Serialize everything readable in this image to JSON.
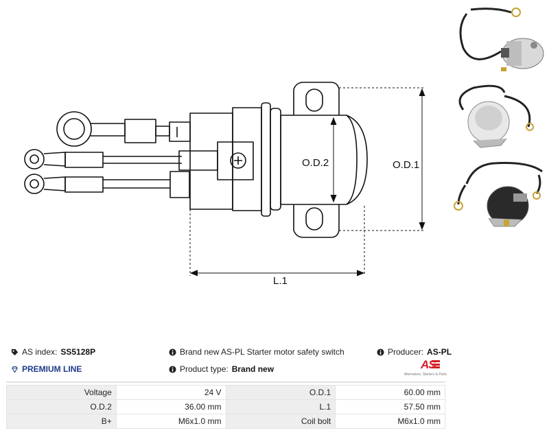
{
  "drawing": {
    "labels": {
      "od1": "O.D.1",
      "od2": "O.D.2",
      "l1": "L.1"
    }
  },
  "photos": [
    {
      "name": "side-view"
    },
    {
      "name": "bottom-view"
    },
    {
      "name": "rear-view"
    }
  ],
  "info": {
    "as_index_label": "AS index:",
    "as_index_value": "SS5128P",
    "description": "Brand new AS-PL Starter motor safety switch",
    "producer_label": "Producer:",
    "producer_value": "AS-PL",
    "premium_line": "PREMIUM LINE",
    "product_type_label": "Product type:",
    "product_type_value": "Brand new",
    "logo_text": "AS",
    "logo_tagline": "Alternators, Starters & Parts"
  },
  "specs": [
    {
      "label": "Voltage",
      "value": "24 V",
      "label2": "O.D.1",
      "value2": "60.00 mm"
    },
    {
      "label": "O.D.2",
      "value": "36.00 mm",
      "label2": "L.1",
      "value2": "57.50 mm"
    },
    {
      "label": "B+",
      "value": "M6x1.0 mm",
      "label2": "Coil bolt",
      "value2": "M6x1.0 mm"
    }
  ],
  "colors": {
    "accent": "#1d3a8a",
    "brand_red": "#d31f26",
    "table_label_bg": "#eeeeee"
  },
  "icons": [
    "tag-icon",
    "info-icon",
    "diamond-icon"
  ]
}
